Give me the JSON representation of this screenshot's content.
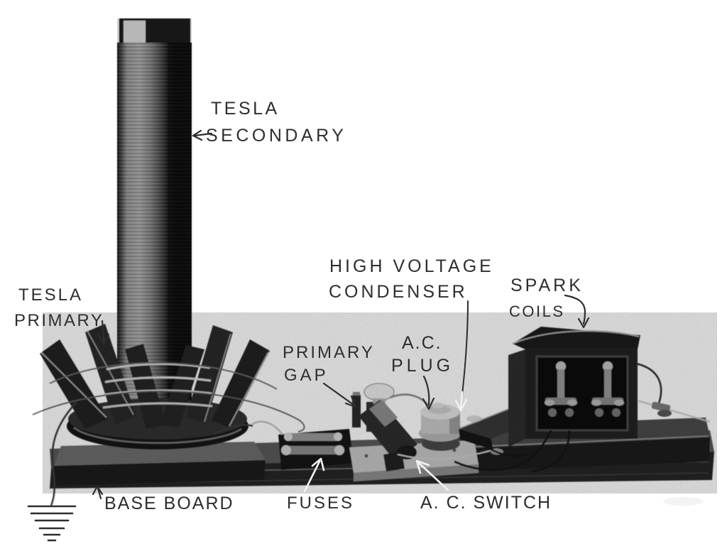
{
  "figure": {
    "kind": "labeled-photograph-of-tesla-coil-apparatus",
    "labels": {
      "tesla_secondary": {
        "line1": "TESLA",
        "line2": "SECONDARY"
      },
      "tesla_primary": {
        "line1": "TESLA",
        "line2": "PRIMARY"
      },
      "high_voltage_condenser": {
        "line1": "HIGH VOLTAGE",
        "line2": "CONDENSER"
      },
      "spark_coils": {
        "line1": "SPARK",
        "line2": "COILS"
      },
      "primary_gap": {
        "line1": "PRIMARY",
        "line2": "GAP"
      },
      "ac_plug": {
        "line1": "A.C.",
        "line2": "PLUG"
      },
      "base_board": {
        "line1": "BASE BOARD"
      },
      "fuses": {
        "line1": "FUSES"
      },
      "ac_switch": {
        "line1": "A. C. SWITCH"
      }
    },
    "symbols": {
      "ground": "earth-ground-symbol"
    },
    "colors": {
      "paper": "#ffffff",
      "ink": "#2e2e2e",
      "white_ink": "#f2f2f2",
      "dark_wood": "#262626",
      "mid_gray": "#8a8a8a"
    }
  }
}
